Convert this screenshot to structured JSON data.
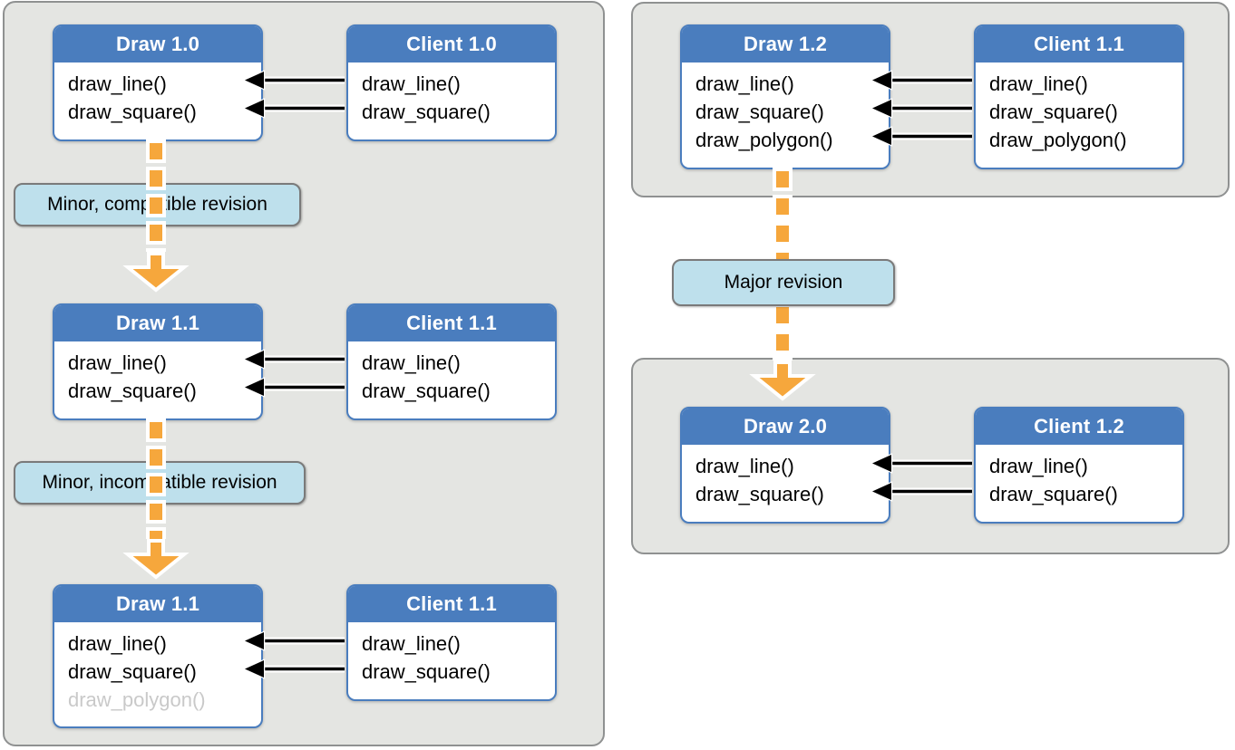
{
  "colors": {
    "page_bg": "#ffffff",
    "panel_bg": "#e4e5e2",
    "panel_border": "#8f9191",
    "box_header_bg": "#4a7dbe",
    "box_border": "#4a7dbe",
    "box_body_bg": "#ffffff",
    "box_title_text": "#ffffff",
    "method_text": "#000000",
    "deprecated_method_text": "#c9c9c9",
    "callout_bg": "#bee0ec",
    "callout_border": "#7a7a7a",
    "revision_arrow_orange": "#f6a73c",
    "call_arrow_black": "#000000"
  },
  "icons": {
    "revision_arrow": "orange-dashed-down-arrow",
    "call_arrow": "black-left-arrow"
  },
  "left_panel": {
    "row1": {
      "library": {
        "title": "Draw 1.0",
        "methods": [
          "draw_line()",
          "draw_square()"
        ]
      },
      "client": {
        "title": "Client 1.0",
        "methods": [
          "draw_line()",
          "draw_square()"
        ]
      }
    },
    "callout1": "Minor, compatible revision",
    "row2": {
      "library": {
        "title": "Draw 1.1",
        "methods": [
          "draw_line()",
          "draw_square()"
        ]
      },
      "client": {
        "title": "Client 1.1",
        "methods": [
          "draw_line()",
          "draw_square()"
        ]
      }
    },
    "callout2": "Minor, incompatible revision",
    "row3": {
      "library": {
        "title": "Draw 1.1",
        "methods": [
          "draw_line()",
          "draw_square()",
          "draw_polygon()"
        ],
        "deprecated_method": "draw_polygon()"
      },
      "client": {
        "title": "Client 1.1",
        "methods": [
          "draw_line()",
          "draw_square()"
        ]
      }
    }
  },
  "right_top_panel": {
    "library": {
      "title": "Draw 1.2",
      "methods": [
        "draw_line()",
        "draw_square()",
        "draw_polygon()"
      ]
    },
    "client": {
      "title": "Client 1.1",
      "methods": [
        "draw_line()",
        "draw_square()",
        "draw_polygon()"
      ]
    }
  },
  "major_callout": "Major revision",
  "right_bottom_panel": {
    "library": {
      "title": "Draw 2.0",
      "methods": [
        "draw_line()",
        "draw_square()"
      ]
    },
    "client": {
      "title": "Client 1.2",
      "methods": [
        "draw_line()",
        "draw_square()"
      ]
    }
  }
}
